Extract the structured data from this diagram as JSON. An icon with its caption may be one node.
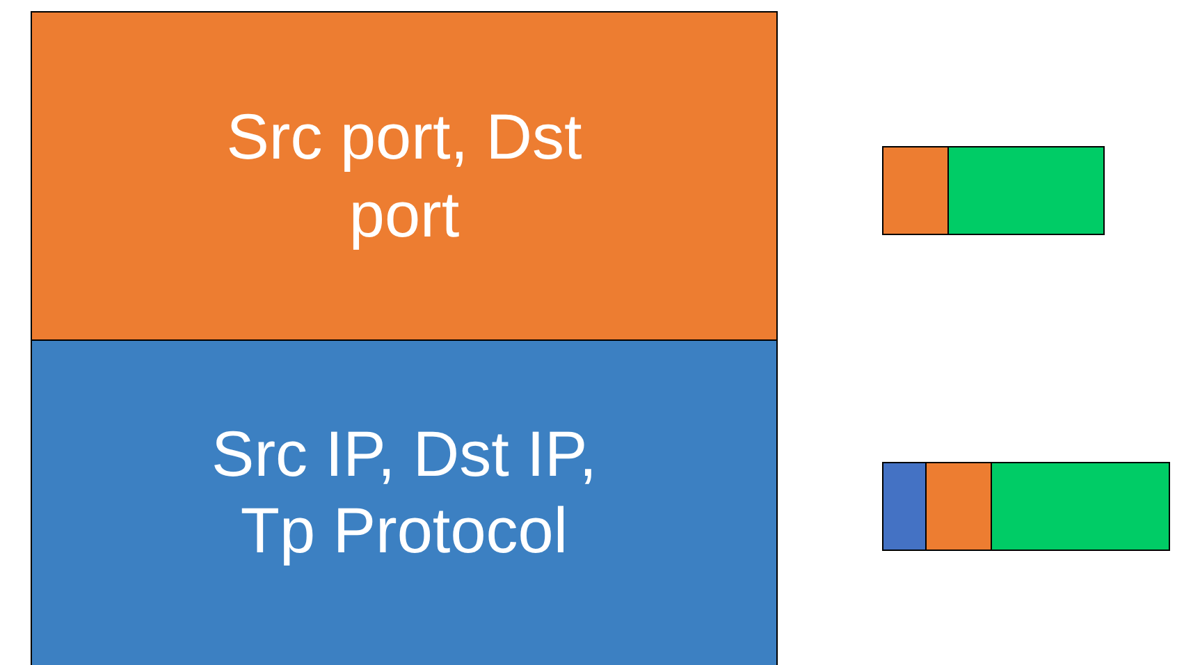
{
  "diagram": {
    "nodes": [
      {
        "text": [
          "Src port, Dst port"
        ]
      },
      {
        "text": [
          "Src IP, Dst IP, Tp Protocol"
        ]
      },
      {
        "text": [],
        "shape": "bar"
      },
      {
        "text": [],
        "shape": "bar"
      },
      {
        "text": [],
        "shape": "bar"
      },
      {
        "text": [],
        "shape": "bar"
      },
      {
        "text": [],
        "shape": "bar"
      }
    ]
  }
}
